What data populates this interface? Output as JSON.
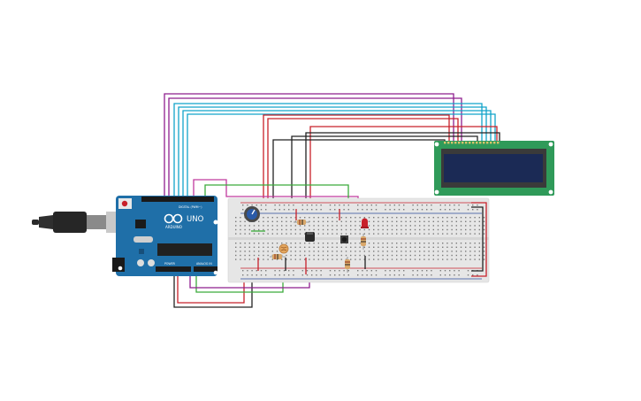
{
  "board": {
    "logo_text": "UNO",
    "brand_text": "ARDUINO",
    "digital_label": "DIGITAL (PWM~)",
    "power_label": "POWER",
    "analog_label": "ANALOG IN"
  },
  "colors": {
    "background": "#ffffff",
    "board": "#1f6fa8",
    "board_dark": "#174f7a",
    "breadboard": "#e6e6e6",
    "lcd_pcb": "#2f9a59",
    "lcd_screen": "#1b2a55",
    "wire_purple": "#8e1e8e",
    "wire_cyan": "#12a3c9",
    "wire_red": "#c8202a",
    "wire_black": "#222222",
    "wire_green": "#3bab3b",
    "wire_magenta": "#c13a9e"
  },
  "components": [
    "arduino-uno",
    "usb-cable",
    "breadboard",
    "lcd-16x2",
    "potentiometer",
    "resistor",
    "ldr",
    "tilt-sensor",
    "push-button",
    "led-red"
  ]
}
